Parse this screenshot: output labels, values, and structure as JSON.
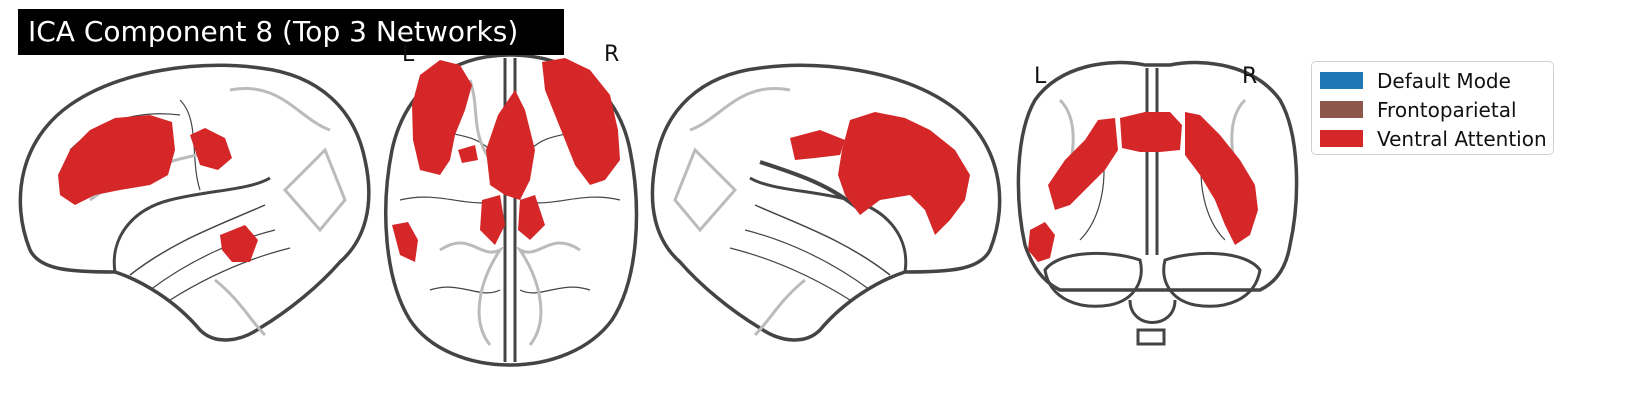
{
  "title": "ICA Component 8 (Top 3 Networks)",
  "orientation_labels": {
    "axial_left": "L",
    "axial_right": "R",
    "coronal_left": "L",
    "coronal_right": "R"
  },
  "legend": [
    {
      "label": "Default Mode",
      "color": "#1f77b4"
    },
    {
      "label": "Frontoparietal",
      "color": "#8c564b"
    },
    {
      "label": "Ventral Attention",
      "color": "#d62728"
    }
  ],
  "colors": {
    "overlay": "#d62728",
    "outline": "#444444",
    "gyri": "#bbbbbb"
  },
  "views": [
    "sagittal-left",
    "axial",
    "sagittal-right",
    "coronal"
  ]
}
